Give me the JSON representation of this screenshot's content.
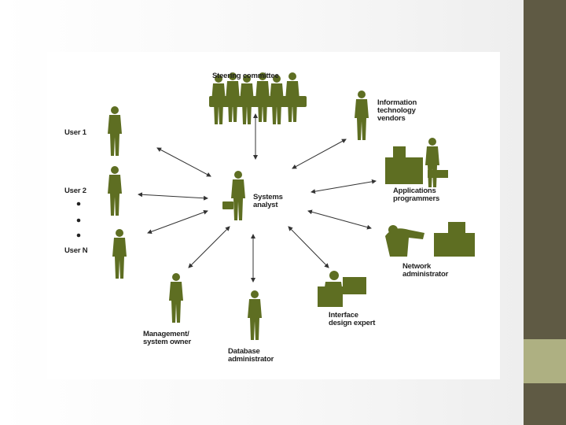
{
  "colors": {
    "figure": "#5e6e22",
    "sidebar": "#5f5a44",
    "accent": "#aeb082"
  },
  "labels": {
    "steering": "Steering committee",
    "it_vendors": [
      "Information",
      "technology",
      "vendors"
    ],
    "user1": "User 1",
    "user2": "User 2",
    "usern": "User N",
    "analyst": [
      "Systems",
      "analyst"
    ],
    "app_prog": [
      "Applications",
      "programmers"
    ],
    "network": [
      "Network",
      "administrator"
    ],
    "interface": [
      "Interface",
      "design expert"
    ],
    "management": [
      "Management/",
      "system owner"
    ],
    "database": [
      "Database",
      "administrator"
    ]
  }
}
